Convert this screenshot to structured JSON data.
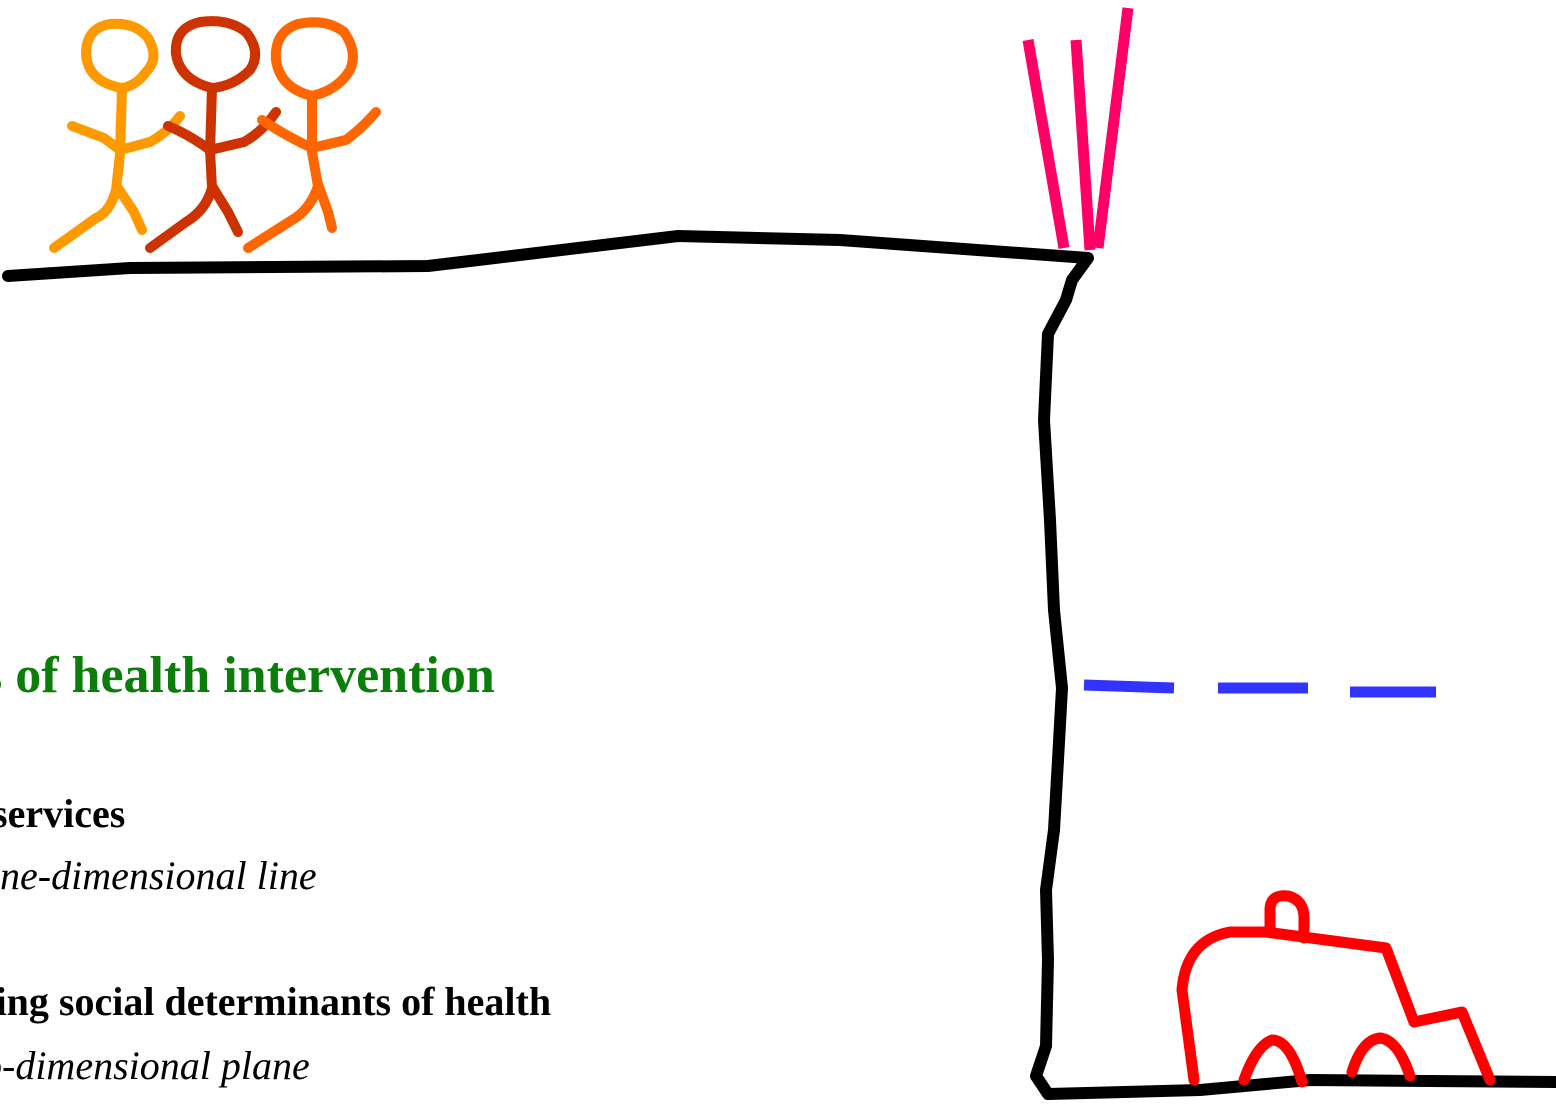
{
  "text": {
    "heading": "s of health intervention",
    "item1_title": "services",
    "item1_subtitle": "one-dimensional line",
    "item2_title": "sing social determinants of health",
    "item2_subtitle": "o-dimensional plane"
  },
  "colors": {
    "heading": "#0b7d0b",
    "cliff": "#000000",
    "fence": "#ff0066",
    "net": "#3333ff",
    "ambulance": "#ff0000",
    "person_left": "#ff9900",
    "person_mid": "#cc3300",
    "person_right": "#ff6600"
  }
}
